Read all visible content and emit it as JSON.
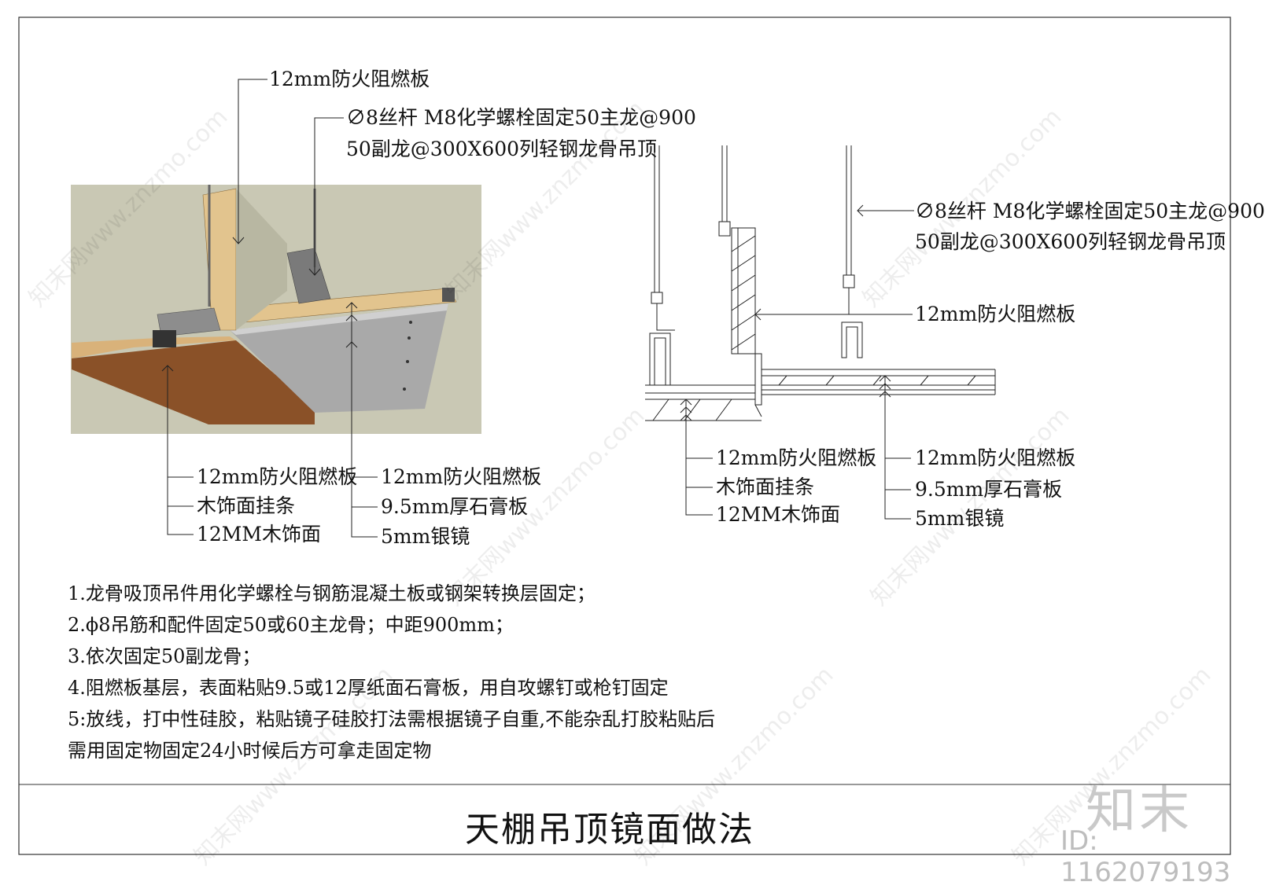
{
  "watermark": "知末网www.znzmo.com",
  "left_labels": {
    "top_panel": "12mm防火阻燃板",
    "hanger_line1": "∅8丝杆 M8化学螺栓固定50主龙@900",
    "hanger_line2": "50副龙@300X600列轻钢龙骨吊顶",
    "wood_group": [
      "12mm防火阻燃板",
      "木饰面挂条",
      "12MM木饰面"
    ],
    "mirror_group": [
      "12mm防火阻燃板",
      "9.5mm厚石膏板",
      "5mm银镜"
    ]
  },
  "right_labels": {
    "hanger_line1": "∅8丝杆 M8化学螺栓固定50主龙@900",
    "hanger_line2": "50副龙@300X600列轻钢龙骨吊顶",
    "side_panel": "12mm防火阻燃板",
    "wood_group": [
      "12mm防火阻燃板",
      "木饰面挂条",
      "12MM木饰面"
    ],
    "mirror_group": [
      "12mm防火阻燃板",
      "9.5mm厚石膏板",
      "5mm银镜"
    ]
  },
  "notes": [
    "1.龙骨吸顶吊件用化学螺栓与钢筋混凝土板或钢架转换层固定；",
    "2.ϕ8吊筋和配件固定50或60主龙骨；中距900mm；",
    "3.依次固定50副龙骨；",
    "4.阻燃板基层，表面粘贴9.5或12厚纸面石膏板，用自攻螺钉或枪钉固定",
    "5:放线，打中性硅胶，粘贴镜子硅胶打法需根据镜子自重,不能杂乱打胶粘贴后",
    "需用固定物固定24小时候后方可拿走固定物"
  ],
  "title": "天棚吊顶镜面做法",
  "brand": "知末",
  "id_text": "ID: 1162079193",
  "colors": {
    "background": "#c9c8b4",
    "wood": "#8a5128",
    "board": "#e2c48e",
    "mirror": "#a9a9a9",
    "steel": "#8d8d8d"
  }
}
